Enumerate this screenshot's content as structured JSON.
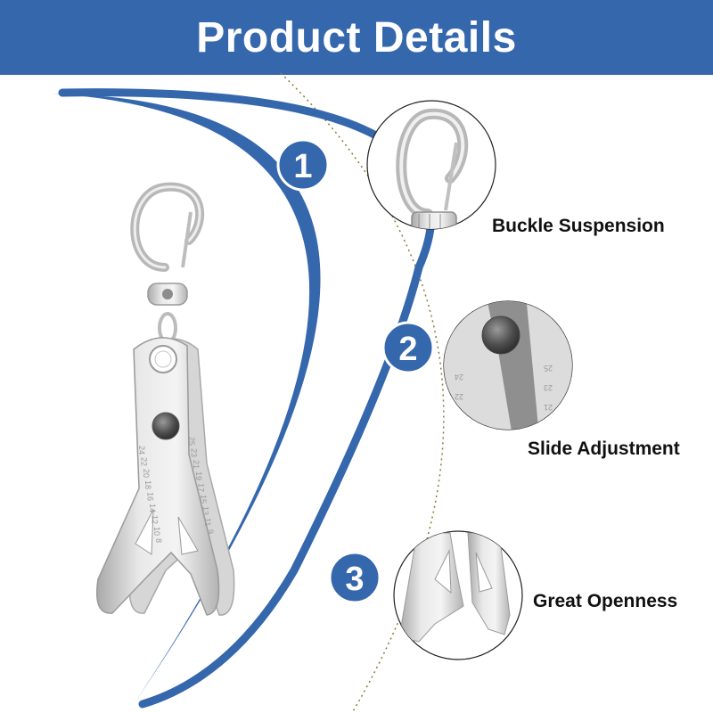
{
  "header": {
    "title": "Product Details",
    "color": "#3567ad"
  },
  "colors": {
    "accent": "#3567ad",
    "dotted_arc": "#8a7a3a",
    "metal": "#c9c9c9",
    "caption_text": "#111111"
  },
  "features": [
    {
      "number": "1",
      "label": "Buckle Suspension",
      "icon": "carabiner-clip-closeup"
    },
    {
      "number": "2",
      "label": "Slide Adjustment",
      "icon": "slider-knob-closeup"
    },
    {
      "number": "3",
      "label": "Great Openness",
      "icon": "open-jaws-closeup"
    }
  ],
  "product": {
    "icon": "tippet-gauge-keychain",
    "scale_left": [
      "8",
      "10",
      "12",
      "14",
      "16",
      "18",
      "20",
      "22",
      "24"
    ],
    "scale_right": [
      "9",
      "11",
      "13",
      "15",
      "17",
      "19",
      "21",
      "23",
      "25"
    ]
  }
}
